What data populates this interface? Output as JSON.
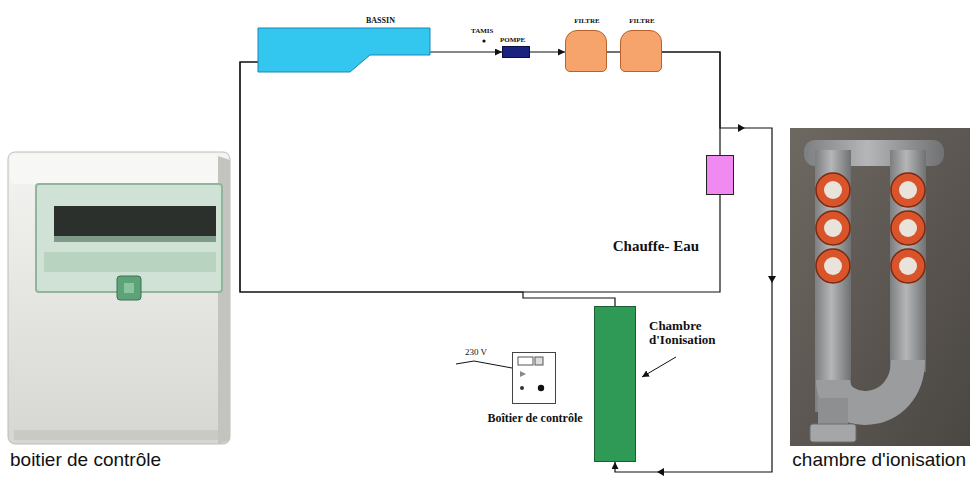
{
  "diagram": {
    "nodes": [
      {
        "text": [
          "BASSIN"
        ]
      },
      {
        "text": [
          "POMPE"
        ]
      },
      {
        "text": [
          "FILTRE"
        ]
      },
      {
        "text": [
          "FILTRE"
        ]
      },
      {
        "text": [
          "Chauffe- Eau"
        ]
      },
      {
        "text": [
          "Chambre d'Ionisation"
        ]
      },
      {
        "text": [
          "Boîtier de contrôle"
        ]
      }
    ],
    "edges": [
      {
        "from": 0,
        "to": 1,
        "arrow": "to"
      },
      {
        "from": 1,
        "to": 2,
        "arrow": "to"
      },
      {
        "from": 2,
        "to": 3,
        "arrow": "none"
      },
      {
        "from": 3,
        "to": 4,
        "arrow": "none"
      },
      {
        "from": 4,
        "to": 0,
        "arrow": "none"
      },
      {
        "from": 3,
        "to": 5,
        "arrow": "to"
      },
      {
        "from": 5,
        "to": 0,
        "arrow": "none"
      }
    ],
    "labels": [
      "TAMIS",
      "230 V",
      "boitier de contrôle",
      "chambre d'ionisation"
    ]
  }
}
